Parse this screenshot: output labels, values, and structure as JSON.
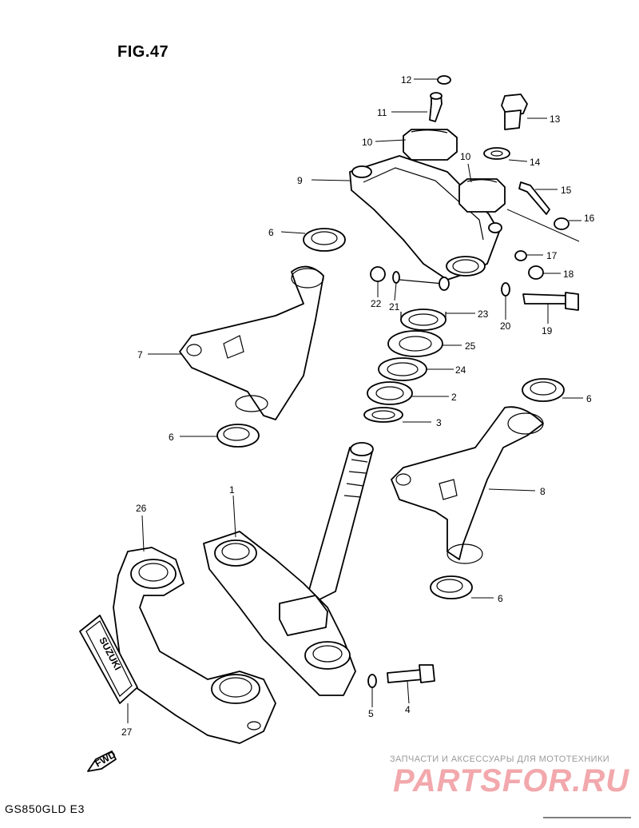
{
  "figure": {
    "title": "FIG.47",
    "model": "GS850GLD  E3"
  },
  "fwd_badge": "FWD",
  "brand_plate": "SUZUKI",
  "watermark": {
    "tagline": "ЗАПЧАСТИ И АКСЕССУАРЫ ДЛЯ МОТОТЕХНИКИ",
    "logo": "PARTSFOR.RU"
  },
  "callouts": {
    "c1": "1",
    "c2": "2",
    "c3": "3",
    "c4": "4",
    "c5": "5",
    "c6a": "6",
    "c6b": "6",
    "c6c": "6",
    "c6d": "6",
    "c7": "7",
    "c8": "8",
    "c9": "9",
    "c10a": "10",
    "c10b": "10",
    "c11": "11",
    "c12": "12",
    "c13": "13",
    "c14": "14",
    "c15": "15",
    "c16": "16",
    "c17": "17",
    "c18": "18",
    "c19": "19",
    "c20": "20",
    "c21": "21",
    "c22": "22",
    "c23": "23",
    "c24": "24",
    "c25": "25",
    "c26": "26",
    "c27": "27"
  }
}
